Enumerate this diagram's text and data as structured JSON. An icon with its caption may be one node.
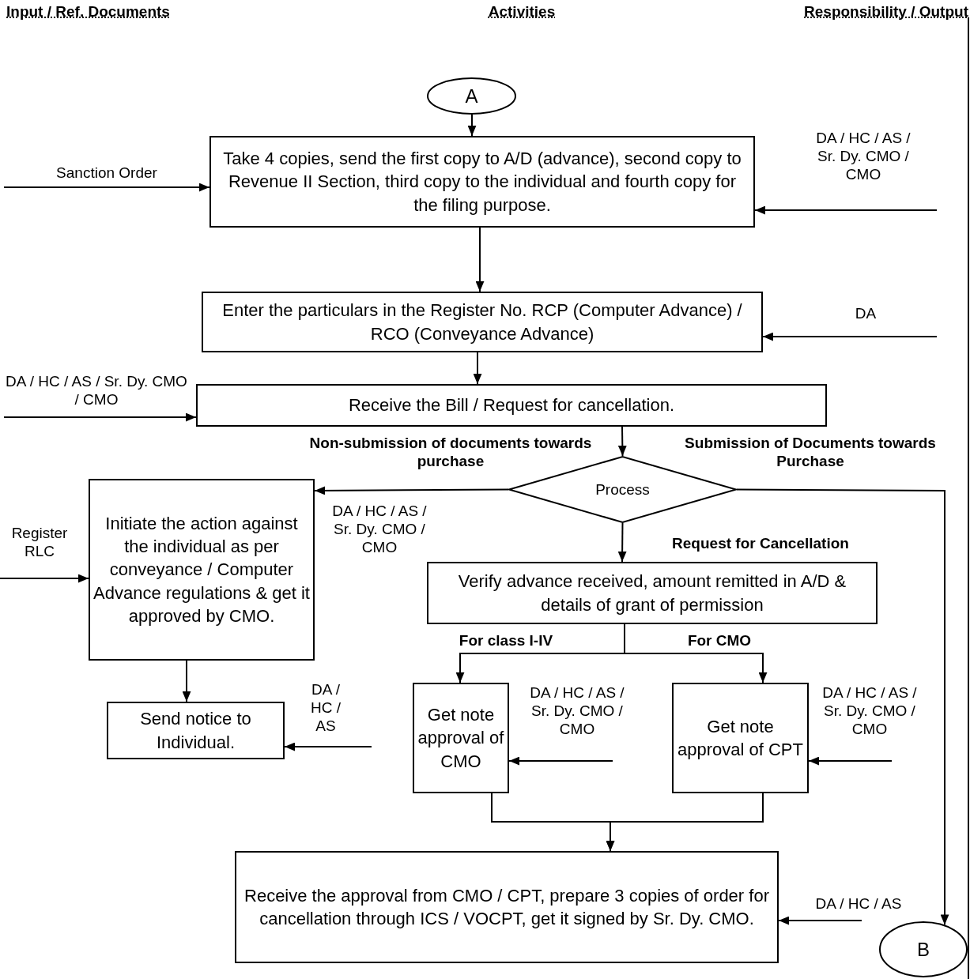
{
  "diagram": {
    "nodes": [
      {
        "text": [
          "A"
        ]
      },
      {
        "text": [
          "Take 4 copies, send the first copy to A/D (advance), second copy to Revenue II Section, third copy to the individual and fourth copy for the filing purpose."
        ]
      },
      {
        "text": [
          "Enter the particulars in the Register No. RCP (Computer Advance) / RCO (Conveyance Advance)"
        ]
      },
      {
        "text": [
          "Receive the Bill / Request for cancellation."
        ]
      },
      {
        "text": [
          "Process"
        ]
      },
      {
        "text": [
          "Initiate the action against the individual as per conveyance / Computer Advance regulations & get it approved by CMO."
        ]
      },
      {
        "text": [
          "Verify advance received, amount remitted in A/D & details of grant of permission"
        ]
      },
      {
        "text": [
          "Send notice to Individual."
        ]
      },
      {
        "text": [
          "Get note approval of CMO"
        ]
      },
      {
        "text": [
          "Get note approval of CPT"
        ]
      },
      {
        "text": [
          "Receive the approval from CMO / CPT, prepare 3 copies of order for cancellation through ICS / VOCPT, get it signed by Sr. Dy. CMO."
        ]
      },
      {
        "text": [
          "B"
        ]
      }
    ],
    "edges": [
      {
        "from": 0,
        "to": 1,
        "arrow": "to"
      },
      {
        "from": null,
        "to": 1,
        "arrow": "to",
        "label": "Sanction Order"
      },
      {
        "from": null,
        "to": 1,
        "arrow": "to",
        "label": "DA / HC / AS / Sr. Dy. CMO / CMO"
      },
      {
        "from": 1,
        "to": 2,
        "arrow": "to"
      },
      {
        "from": null,
        "to": 2,
        "arrow": "to",
        "label": "DA"
      },
      {
        "from": 2,
        "to": 3,
        "arrow": "to"
      },
      {
        "from": null,
        "to": 3,
        "arrow": "to",
        "label": "DA / HC / AS / Sr. Dy. CMO / CMO"
      },
      {
        "from": 3,
        "to": 4,
        "arrow": "to"
      },
      {
        "from": 4,
        "to": 5,
        "arrow": "to",
        "label": "Non-submission of documents towards purchase"
      },
      {
        "from": 4,
        "to": 11,
        "arrow": "to",
        "label": "Submission of Documents towards Purchase"
      },
      {
        "from": 4,
        "to": 6,
        "arrow": "to",
        "label": "Request for Cancellation"
      },
      {
        "from": null,
        "to": 5,
        "arrow": "to",
        "label": "Register RLC"
      },
      {
        "from": 5,
        "to": 7,
        "arrow": "to"
      },
      {
        "from": null,
        "to": 7,
        "arrow": "to",
        "label": "DA / HC / AS"
      },
      {
        "from": 6,
        "to": 8,
        "arrow": "to",
        "label": "For class I-IV"
      },
      {
        "from": 6,
        "to": 9,
        "arrow": "to",
        "label": "For CMO"
      },
      {
        "from": null,
        "to": 8,
        "arrow": "to",
        "label": "DA / HC / AS / Sr. Dy. CMO / CMO"
      },
      {
        "from": null,
        "to": 9,
        "arrow": "to",
        "label": "DA / HC / AS / Sr. Dy. CMO / CMO"
      },
      {
        "from": 8,
        "to": 10,
        "arrow": "to"
      },
      {
        "from": 9,
        "to": 10,
        "arrow": "to"
      },
      {
        "from": null,
        "to": 10,
        "arrow": "to",
        "label": "DA / HC / AS"
      }
    ],
    "labels": [
      "Input / Ref. Documents",
      "Activities",
      "Responsibility / Output",
      "DA / HC / AS / Sr. Dy. CMO / CMO"
    ]
  }
}
